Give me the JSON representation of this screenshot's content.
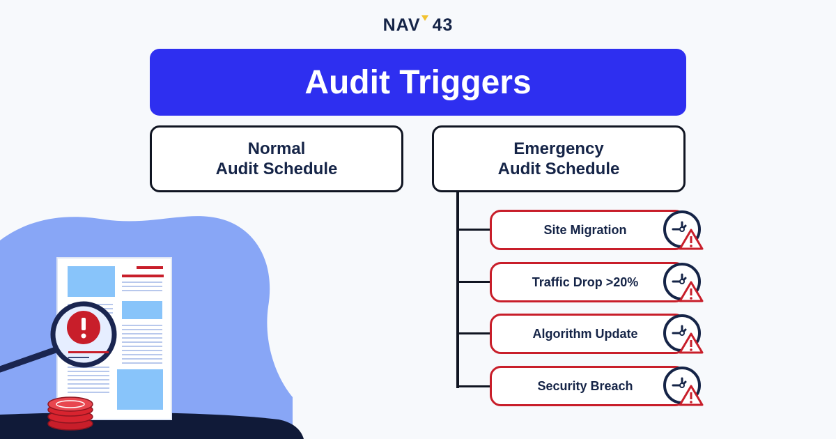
{
  "logo": {
    "left": "NAV",
    "right": "43"
  },
  "title": "Audit Triggers",
  "schedules": {
    "normal": {
      "line1": "Normal",
      "line2": "Audit Schedule"
    },
    "emergency": {
      "line1": "Emergency",
      "line2": "Audit Schedule"
    }
  },
  "triggers": [
    {
      "label": "Site Migration"
    },
    {
      "label": "Traffic Drop >20%"
    },
    {
      "label": "Algorithm Update"
    },
    {
      "label": "Security Breach"
    }
  ],
  "icons": {
    "trigger_icon": "clock-warning-icon",
    "illustration": "document-magnifier-alert-icon"
  },
  "colors": {
    "accent_blue": "#2e2ff0",
    "alert_red": "#c81e2a",
    "navy": "#152447",
    "logo_yellow": "#f2c230"
  }
}
